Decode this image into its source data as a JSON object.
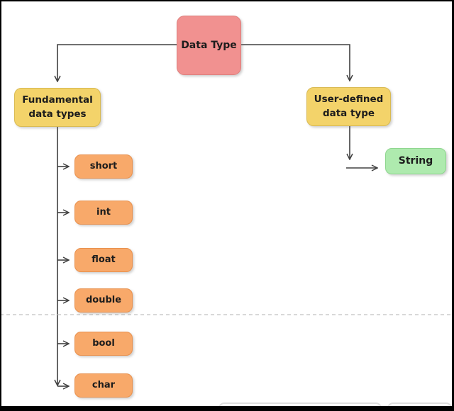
{
  "diagram": {
    "root": {
      "label": "Data Type",
      "fill": "#f19190"
    },
    "branches": [
      {
        "label": "Fundamental data types",
        "fill": "#f3d36a"
      },
      {
        "label": "User-defined data type",
        "fill": "#f3d36a"
      }
    ],
    "fundamental_children": [
      "short",
      "int",
      "float",
      "double",
      "bool",
      "char"
    ],
    "user_defined_children": [
      "String"
    ],
    "colors": {
      "root_fill": "#f19190",
      "branch_fill": "#f3d36a",
      "fundamental_child_fill": "#f8a96a",
      "string_fill": "#aeeaae",
      "connector": "#404040",
      "divider_dashed": "#cbcbcb",
      "frame": "#000000"
    }
  }
}
